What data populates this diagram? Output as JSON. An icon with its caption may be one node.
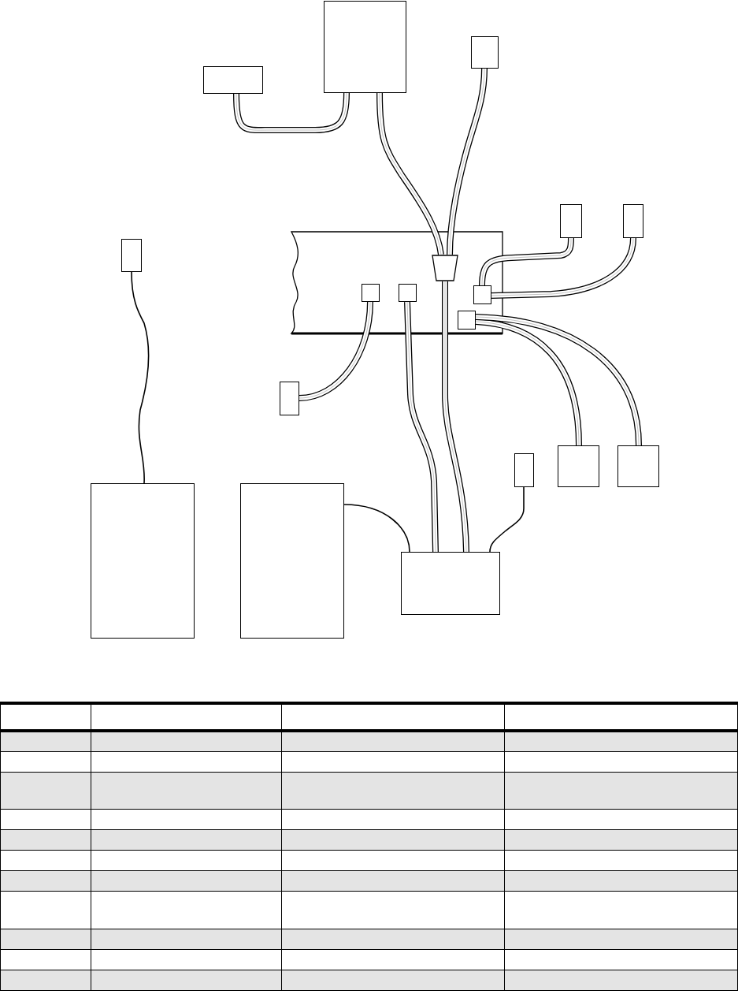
{
  "diagram": {
    "nodes": [
      {
        "text": [],
        "shape": "box"
      },
      {
        "text": [],
        "shape": "box"
      },
      {
        "text": [],
        "shape": "box"
      },
      {
        "text": [],
        "shape": "box"
      },
      {
        "text": [],
        "shape": "box"
      },
      {
        "text": [],
        "shape": "box"
      },
      {
        "text": [],
        "shape": "band"
      },
      {
        "text": [],
        "shape": "trapezoid",
        "in": 6
      },
      {
        "text": [],
        "shape": "box",
        "in": 6
      },
      {
        "text": [],
        "shape": "box",
        "in": 6
      },
      {
        "text": [],
        "shape": "box",
        "in": 6
      },
      {
        "text": [],
        "shape": "box",
        "in": 6
      },
      {
        "text": [],
        "shape": "box"
      },
      {
        "text": [],
        "shape": "box"
      },
      {
        "text": [],
        "shape": "box"
      },
      {
        "text": [],
        "shape": "box"
      },
      {
        "text": [],
        "shape": "box"
      },
      {
        "text": [],
        "shape": "box"
      },
      {
        "text": [],
        "shape": "box"
      }
    ],
    "edges": [
      {
        "from": 1,
        "to": 0,
        "arrow": "none"
      },
      {
        "from": 0,
        "to": 7,
        "arrow": "none"
      },
      {
        "from": 2,
        "to": 7,
        "arrow": "none"
      },
      {
        "from": 7,
        "to": 18,
        "arrow": "none"
      },
      {
        "from": 10,
        "to": 3,
        "arrow": "none"
      },
      {
        "from": 10,
        "to": 4,
        "arrow": "none"
      },
      {
        "from": 11,
        "to": 14,
        "arrow": "none"
      },
      {
        "from": 11,
        "to": 15,
        "arrow": "none"
      },
      {
        "from": 8,
        "to": 12,
        "arrow": "none"
      },
      {
        "from": 9,
        "to": 18,
        "arrow": "none"
      },
      {
        "from": 5,
        "to": 16,
        "arrow": "none"
      },
      {
        "from": 17,
        "to": 18,
        "arrow": "none"
      },
      {
        "from": 13,
        "to": 18,
        "arrow": "none"
      }
    ]
  }
}
